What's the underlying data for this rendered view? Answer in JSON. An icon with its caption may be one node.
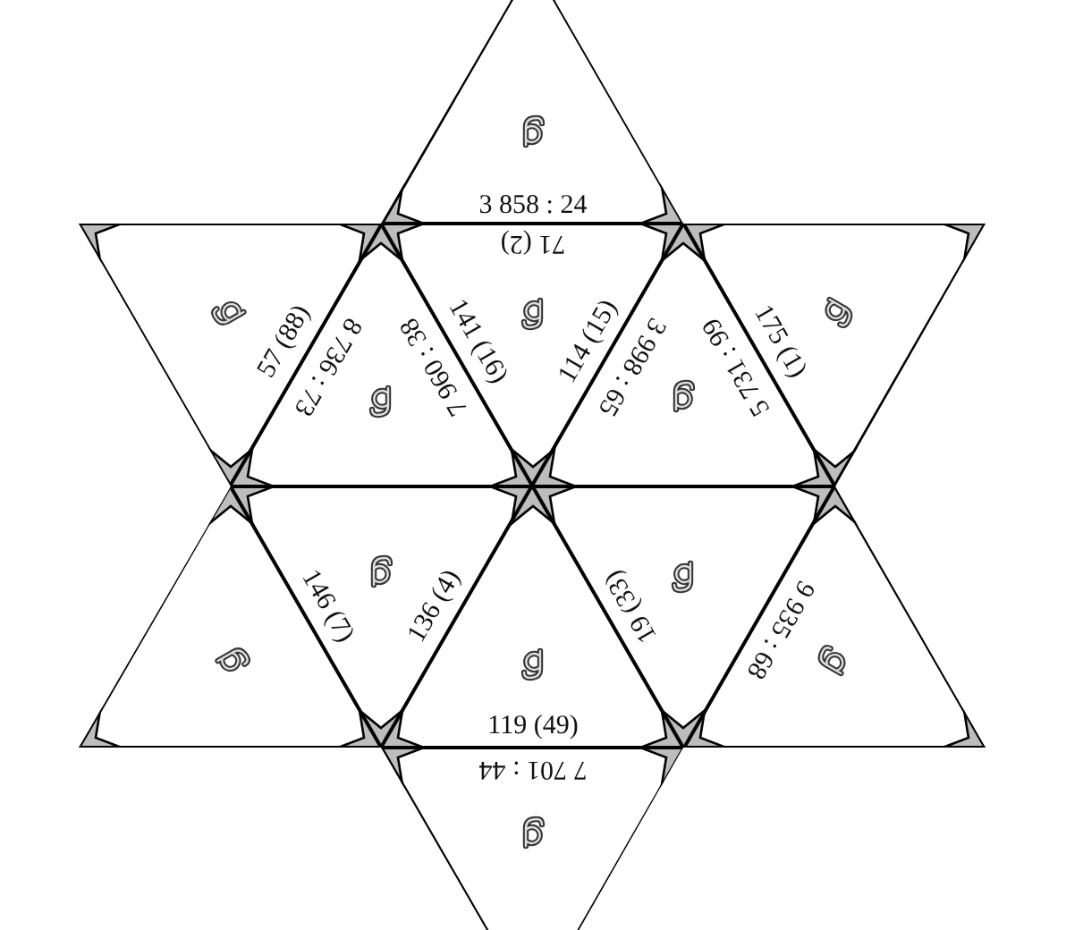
{
  "diagram": {
    "labels": [
      "3 858 : 24",
      "71 (2)",
      "57 (88)",
      "8 736 : 73",
      "7 960 : 38",
      "141 (16)",
      "114 (15)",
      "3 998 : 65",
      "5 731 : 99",
      "175 (1)",
      "146 (7)",
      "136 (4)",
      "19 (33)",
      "9 935 : 68",
      "119 (49)",
      "7 701 : 44"
    ]
  }
}
